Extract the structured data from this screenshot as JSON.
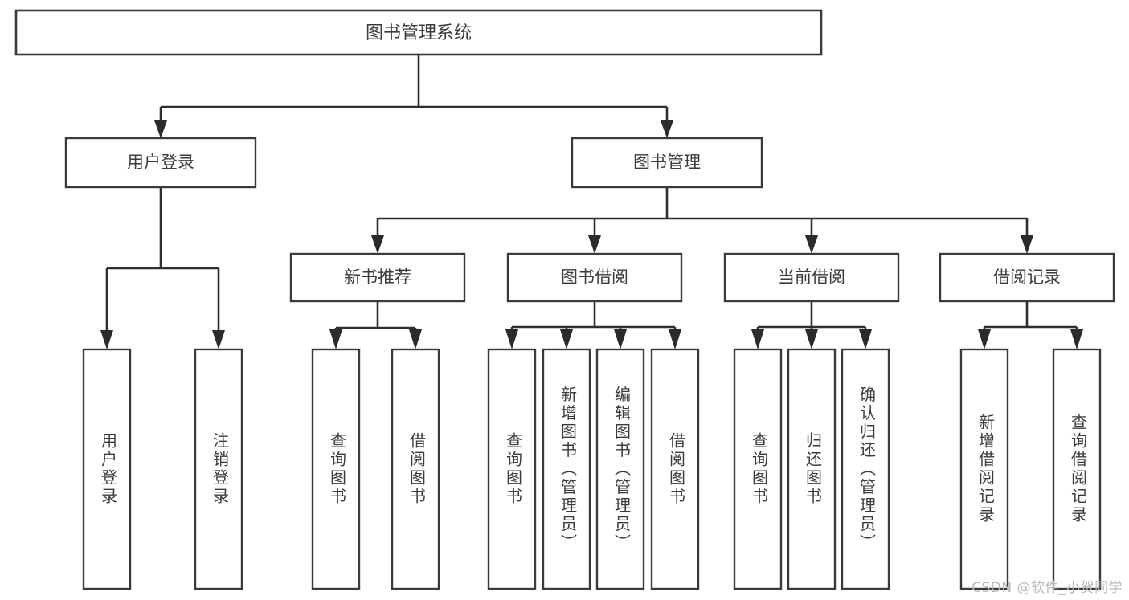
{
  "diagram": {
    "type": "tree",
    "title": "图书管理系统",
    "orientation": "top-down",
    "colors": {
      "box_stroke": "#3a3a3a",
      "box_fill": "#ffffff",
      "connector": "#2f2f2f",
      "label_text": "#3c3c3c",
      "background": "#ffffff",
      "watermark": "#b9b9b9"
    },
    "nodes": {
      "root": {
        "label": "图书管理系统",
        "level": 0
      },
      "l1": [
        {
          "id": "user-login",
          "label": "用户登录",
          "level": 1
        },
        {
          "id": "book-manage",
          "label": "图书管理",
          "level": 1
        }
      ],
      "l2": [
        {
          "id": "new-book-recommend",
          "label": "新书推荐",
          "level": 2,
          "parent": "book-manage"
        },
        {
          "id": "book-borrow",
          "label": "图书借阅",
          "level": 2,
          "parent": "book-manage"
        },
        {
          "id": "current-borrow",
          "label": "当前借阅",
          "level": 2,
          "parent": "book-manage"
        },
        {
          "id": "borrow-record",
          "label": "借阅记录",
          "level": 2,
          "parent": "book-manage"
        }
      ],
      "leaves": [
        {
          "id": "leaf-user-login",
          "label": "用户登录",
          "parent": "user-login"
        },
        {
          "id": "leaf-logout-login",
          "label": "注销登录",
          "parent": "user-login"
        },
        {
          "id": "leaf-query-book-1",
          "label": "查询图书",
          "parent": "new-book-recommend"
        },
        {
          "id": "leaf-borrow-book-1",
          "label": "借阅图书",
          "parent": "new-book-recommend"
        },
        {
          "id": "leaf-query-book-2",
          "label": "查询图书",
          "parent": "book-borrow"
        },
        {
          "id": "leaf-add-book",
          "label": "新增图书（管理员）",
          "parent": "book-borrow"
        },
        {
          "id": "leaf-edit-book",
          "label": "编辑图书（管理员）",
          "parent": "book-borrow"
        },
        {
          "id": "leaf-borrow-book-2",
          "label": "借阅图书",
          "parent": "book-borrow"
        },
        {
          "id": "leaf-query-book-3",
          "label": "查询图书",
          "parent": "current-borrow"
        },
        {
          "id": "leaf-return-book",
          "label": "归还图书",
          "parent": "current-borrow"
        },
        {
          "id": "leaf-confirm-return",
          "label": "确认归还（管理员）",
          "parent": "current-borrow"
        },
        {
          "id": "leaf-add-record",
          "label": "新增借阅记录",
          "parent": "borrow-record"
        },
        {
          "id": "leaf-query-record",
          "label": "查询借阅记录",
          "parent": "borrow-record"
        }
      ]
    }
  },
  "watermark": {
    "text": "CSDN @软件_小贺同学"
  }
}
